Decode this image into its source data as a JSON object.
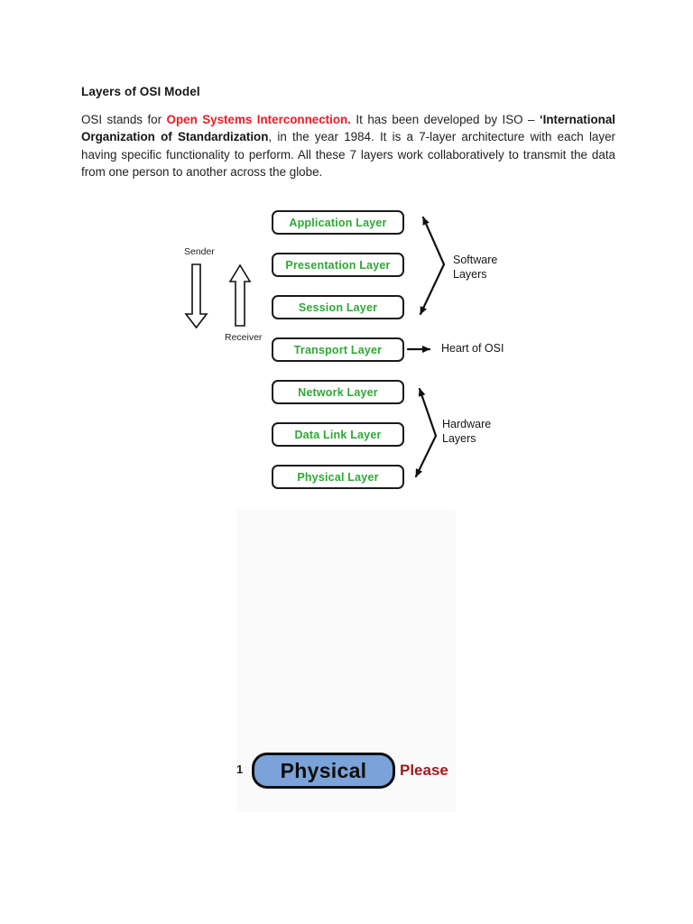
{
  "colors": {
    "highlight-red": "#ed1c24",
    "layer-green": "#2ea836",
    "pill-blue": "#7ba3d9",
    "caption-maroon": "#9c1a1c",
    "ink": "#1a1a1a",
    "faint-bg": "#fafafa"
  },
  "document": {
    "title": "Layers of OSI Model",
    "paragraph": {
      "seg1": "OSI stands for ",
      "seg2_red": "Open Systems Interconnection.",
      "seg3": " It has been developed by ISO – ",
      "seg4_bold": "‘International Organization of Standardization",
      "seg5": ", in the year 1984. It is a 7-layer architecture with each layer having specific functionality to perform. All these 7 layers work collaboratively to transmit the data from one person to another across the globe."
    }
  },
  "diagram": {
    "layers": [
      "Application Layer",
      "Presentation Layer",
      "Session Layer",
      "Transport Layer",
      "Network Layer",
      "Data Link Layer",
      "Physical Layer"
    ],
    "sender_label": "Sender",
    "receiver_label": "Receiver",
    "software_group_label": "Software Layers",
    "hardware_group_label": "Hardware Layers",
    "heart_label": "Heart of OSI"
  },
  "footer_graphic": {
    "index_number": "1",
    "pill_label": "Physical",
    "caption": "Please"
  }
}
